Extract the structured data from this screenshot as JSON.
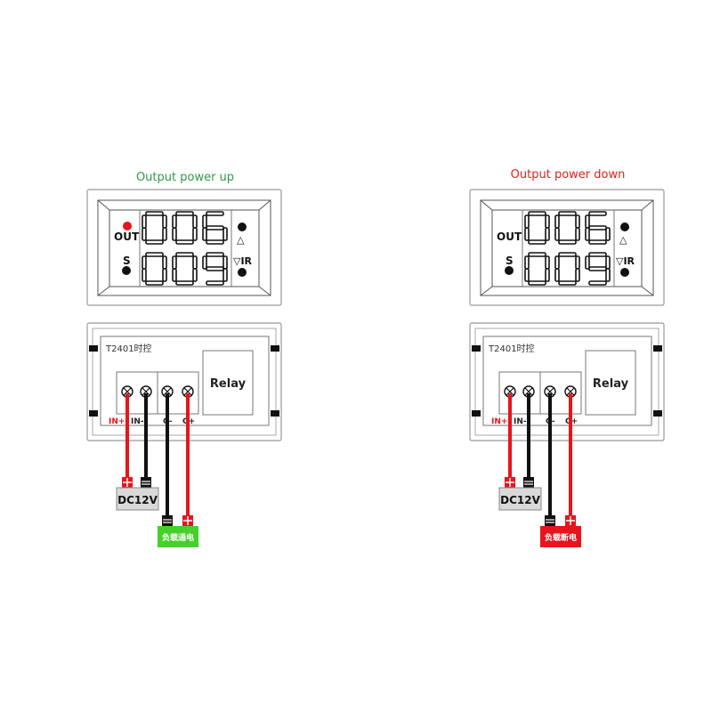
{
  "colors": {
    "red": "#e8141c",
    "black": "#111111",
    "green_title": "#2e9a47",
    "red_title": "#e0201e",
    "load_on": "#44d12a",
    "load_off": "#e8141c",
    "dc_box": "#d9d9d9"
  },
  "panels": [
    {
      "title": "Output power up",
      "title_color": "#2e9a47",
      "out_led_on": true,
      "display": {
        "top": "006",
        "bottom": "009",
        "out_label": "OUT",
        "s_label": "S",
        "up_label": "△",
        "down_label": "▽IR"
      },
      "board": {
        "model": "T2401时控",
        "relay": "Relay",
        "terminals": [
          "IN+",
          "IN-",
          "C-",
          "C+"
        ]
      },
      "power_source": {
        "label": "DC12V",
        "plus": "+",
        "minus": "="
      },
      "load": {
        "label": "负载通电",
        "color": "#44d12a"
      }
    },
    {
      "title": "Output power down",
      "title_color": "#e0201e",
      "out_led_on": false,
      "display": {
        "top": "006",
        "bottom": "009",
        "out_label": "OUT",
        "s_label": "S",
        "up_label": "△",
        "down_label": "▽IR"
      },
      "board": {
        "model": "T2401时控",
        "relay": "Relay",
        "terminals": [
          "IN+",
          "IN-",
          "C-",
          "C+"
        ]
      },
      "power_source": {
        "label": "DC12V",
        "plus": "+",
        "minus": "="
      },
      "load": {
        "label": "负载断电",
        "color": "#e8141c"
      }
    }
  ]
}
